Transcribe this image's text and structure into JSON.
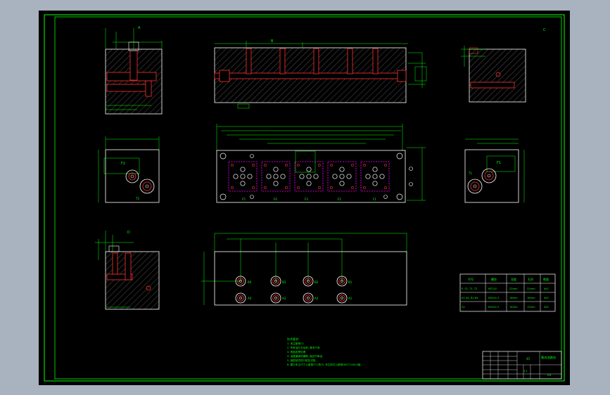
{
  "colors": {
    "window_bg": "#a9b2bf",
    "paper": "#000000",
    "frame": "#00ff00",
    "outline": "#ffffff",
    "hidden": "#ff3333",
    "dimension": "#00ff00",
    "text": "#00ff00",
    "accent_magenta": "#ff00ff",
    "hatch": "#8a8a8a"
  },
  "labels": {
    "views": {
      "top_left": "A",
      "top_middle": "B",
      "top_right": "C",
      "bottom_left": "D",
      "port_F2": "F2",
      "port_T2": "T2",
      "port_F1": "F1",
      "port_T1": "T1"
    },
    "front_ports": [
      "F5",
      "F4",
      "F3",
      "F2",
      "F1"
    ],
    "bottom_ports_top": [
      "B4",
      "B3",
      "B2",
      "B1"
    ],
    "bottom_ports_bottom": [
      "A4",
      "A3",
      "A2",
      "A1"
    ],
    "corner_mark": "A3",
    "spec_headers": [
      "代号",
      "螺纹",
      "深度",
      "孔径",
      "数量"
    ],
    "spec_rows": [
      [
        "P, F2, T1, T2",
        "M27x2",
        "22mm",
        "22mm",
        "4x2"
      ],
      [
        "A1-A4, B1-B4",
        "M20x1.5",
        "16mm",
        "16mm",
        "4x5"
      ],
      [
        "G1",
        "M14x1.5",
        "14mm",
        "12mm",
        "4x5"
      ]
    ],
    "notes": [
      "技术要求:",
      "1. 未注倒角C1.",
      "2. 所有油孔去毛刺, 清洗干净.",
      "3. 表面发黑处理.",
      "4. 油路通道须通畅, 保证不串油.",
      "5. 装配前须进行耐压试验.",
      "6. 图中未注尺寸公差按IT12执行, 未注形位公差按GB/T1184-K级."
    ],
    "title_block": {
      "name": "集成油路块",
      "material": "45",
      "scale": "1:1",
      "sheet": "A3"
    }
  }
}
